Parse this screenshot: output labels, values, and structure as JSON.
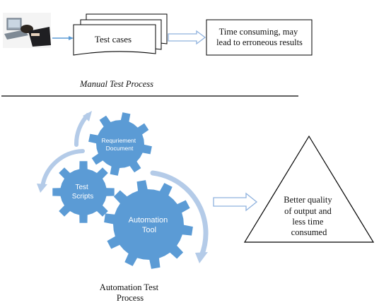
{
  "manual": {
    "doc_label": "Test cases",
    "result_text": [
      "Time consuming, may",
      "lead to erroneous results"
    ],
    "caption": "Manual Test Process",
    "photo": "person-asleep-at-laptop"
  },
  "automation": {
    "gear_top": [
      "Requriement",
      "Document"
    ],
    "gear_left": [
      "Test",
      "Scripts"
    ],
    "gear_big": [
      "Automation",
      "Tool"
    ],
    "caption": [
      "Automation Test",
      "Process"
    ],
    "result_text": [
      "Better quality",
      "of output and",
      "less time",
      "consumed"
    ]
  },
  "colors": {
    "gear": "#5b9bd5",
    "arc": "#b4cbe8",
    "line": "#000000",
    "arrow_outline": "#8fb2de"
  },
  "icons": [
    "blue-arrow-icon",
    "hollow-arrow-icon",
    "circular-arrow-icon"
  ]
}
